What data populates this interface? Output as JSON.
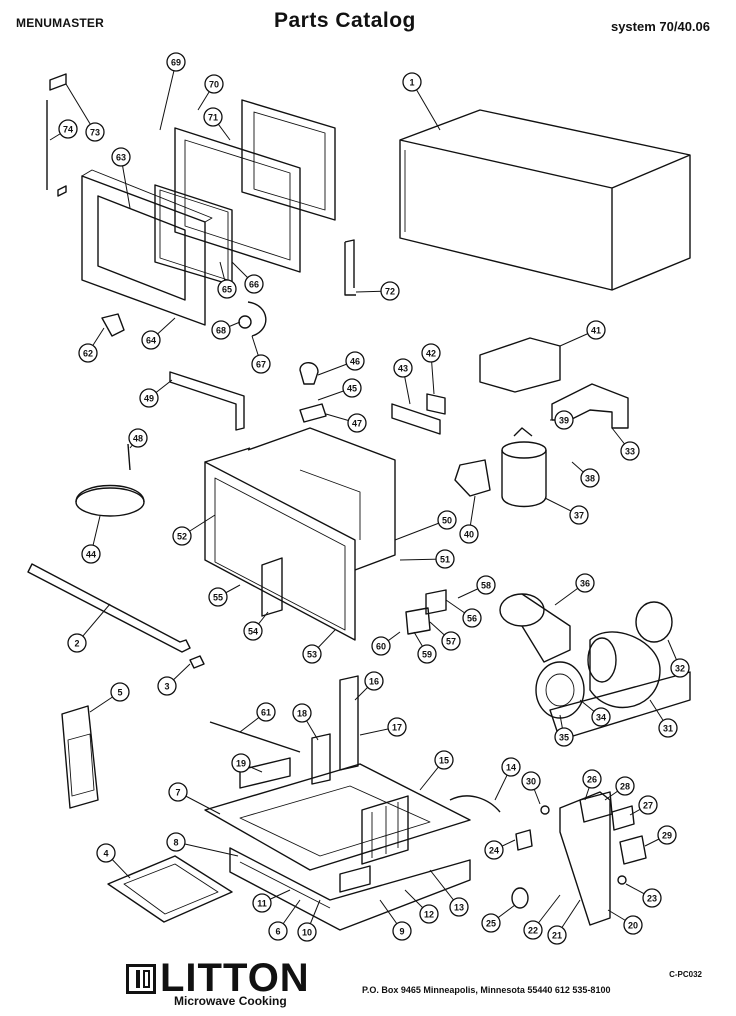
{
  "header": {
    "brand": "MENUMASTER",
    "title": "Parts  Catalog",
    "system": "system 70/40.06"
  },
  "footer": {
    "logo_word": "LITTON",
    "logo_sub": "Microwave Cooking",
    "doc_code": "C-PC032",
    "address": "P.O. Box 9465   Minneapolis, Minnesota 55440   612  535-8100"
  },
  "callouts": [
    "1",
    "2",
    "3",
    "4",
    "5",
    "6",
    "7",
    "8",
    "9",
    "10",
    "11",
    "12",
    "13",
    "14",
    "15",
    "16",
    "17",
    "18",
    "19",
    "20",
    "21",
    "22",
    "23",
    "24",
    "25",
    "26",
    "27",
    "28",
    "29",
    "30",
    "31",
    "32",
    "33",
    "34",
    "35",
    "36",
    "37",
    "38",
    "39",
    "40",
    "41",
    "42",
    "43",
    "44",
    "45",
    "46",
    "47",
    "48",
    "49",
    "50",
    "51",
    "52",
    "53",
    "54",
    "55",
    "56",
    "57",
    "58",
    "59",
    "60",
    "61",
    "62",
    "63",
    "64",
    "65",
    "66",
    "67",
    "68",
    "69",
    "70",
    "71",
    "72",
    "73",
    "74"
  ]
}
